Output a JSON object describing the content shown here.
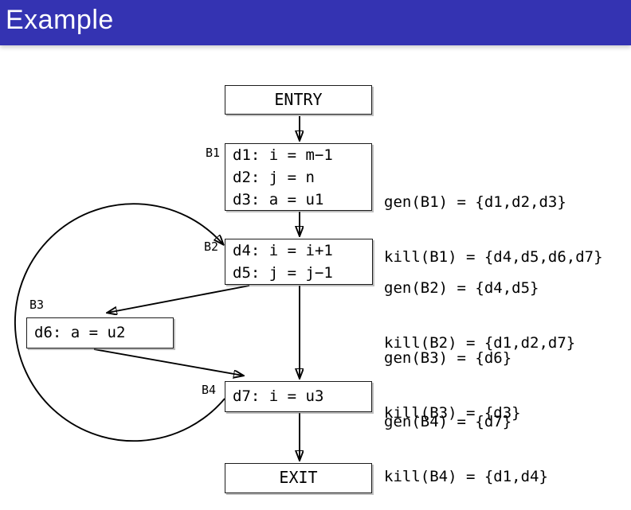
{
  "header": {
    "title": "Example"
  },
  "colors": {
    "header_bg": "#3433b2",
    "header_text": "#ffffff",
    "box_border": "#1c1c1c",
    "arrow": "#000000"
  },
  "diagram": {
    "entry": {
      "label": "ENTRY"
    },
    "exit": {
      "label": "EXIT"
    },
    "blocks": [
      {
        "tag": "B1",
        "lines": [
          "d1: i = m−1",
          "d2: j = n",
          "d3: a = u1"
        ],
        "gen": "gen(B1) = {d1,d2,d3}",
        "kill": "kill(B1) = {d4,d5,d6,d7}"
      },
      {
        "tag": "B2",
        "lines": [
          "d4: i = i+1",
          "d5: j = j−1"
        ],
        "gen": "gen(B2) = {d4,d5}",
        "kill": "kill(B2) = {d1,d2,d7}"
      },
      {
        "tag": "B3",
        "lines": [
          "d6: a = u2"
        ],
        "gen": "gen(B3) = {d6}",
        "kill": "kill(B3) = {d3}"
      },
      {
        "tag": "B4",
        "lines": [
          "d7: i = u3"
        ],
        "gen": "gen(B4) = {d7}",
        "kill": "kill(B4) = {d1,d4}"
      }
    ],
    "edges": [
      {
        "from": "ENTRY",
        "to": "B1"
      },
      {
        "from": "B1",
        "to": "B2"
      },
      {
        "from": "B2",
        "to": "B3"
      },
      {
        "from": "B2",
        "to": "B4"
      },
      {
        "from": "B3",
        "to": "B4"
      },
      {
        "from": "B4",
        "to": "B2",
        "kind": "back-edge"
      },
      {
        "from": "B4",
        "to": "EXIT"
      }
    ]
  }
}
